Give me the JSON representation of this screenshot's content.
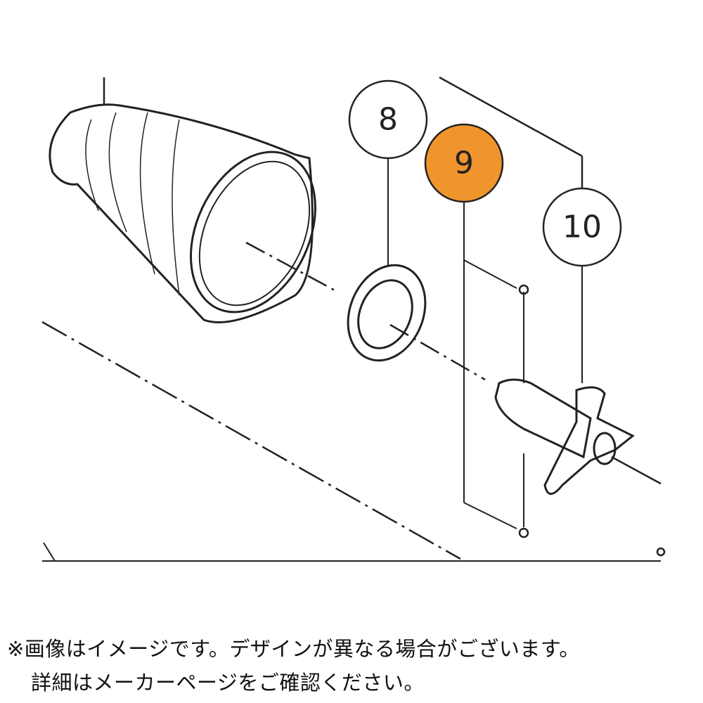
{
  "callouts": [
    {
      "label": "8",
      "highlighted": false
    },
    {
      "label": "9",
      "highlighted": true
    },
    {
      "label": "10",
      "highlighted": false
    }
  ],
  "colors": {
    "highlight": "#F0952D",
    "line": "#222222"
  },
  "notes": {
    "line1": "※画像はイメージです。デザインが異なる場合がございます。",
    "line2": "詳細はメーカーページをご確認ください。"
  }
}
